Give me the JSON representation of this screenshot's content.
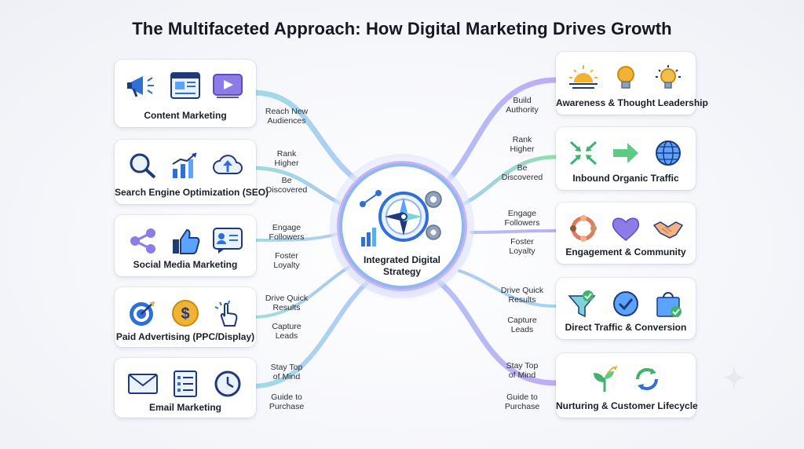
{
  "title": "The Multifaceted Approach: How Digital Marketing Drives Growth",
  "hub": {
    "line1": "Integrated Digital",
    "line2": "Strategy",
    "icon": "compass-gears-icon"
  },
  "left_cards": [
    {
      "label": "Content Marketing",
      "icons": [
        "megaphone-icon",
        "webpage-icon",
        "video-play-icon"
      ]
    },
    {
      "label": "Search Engine Optimization (SEO)",
      "icons": [
        "magnifier-icon",
        "growth-bar-chart-icon",
        "cloud-upload-icon"
      ]
    },
    {
      "label": "Social Media Marketing",
      "icons": [
        "share-icon",
        "thumbs-up-icon",
        "profile-chat-icon"
      ]
    },
    {
      "label": "Paid Advertising (PPC/Display)",
      "icons": [
        "target-icon",
        "dollar-coin-icon",
        "click-hand-icon"
      ]
    },
    {
      "label": "Email Marketing",
      "icons": [
        "envelope-icon",
        "checklist-icon",
        "clock-icon"
      ]
    }
  ],
  "right_cards": [
    {
      "label": "Awareness & Thought Leadership",
      "icons": [
        "sunrise-icon",
        "lightbulb-icon",
        "lightbulb-glow-icon"
      ]
    },
    {
      "label": "Inbound Organic Traffic",
      "icons": [
        "arrows-inward-icon",
        "arrow-right-icon",
        "globe-icon"
      ]
    },
    {
      "label": "Engagement & Community",
      "icons": [
        "hands-circle-icon",
        "heart-icon",
        "handshake-icon"
      ]
    },
    {
      "label": "Direct Traffic & Conversion",
      "icons": [
        "funnel-check-icon",
        "check-badge-icon",
        "shopping-bag-check-icon"
      ]
    },
    {
      "label": "Nurturing & Customer Lifecycle",
      "icons": [
        "plant-growth-icon",
        "cycle-arrows-icon"
      ]
    }
  ],
  "left_flow_labels": [
    [
      "Reach New",
      "Audiences"
    ],
    [
      "Rank",
      "Higher"
    ],
    [
      "Be",
      "Discovered"
    ],
    [
      "Engage",
      "Followers"
    ],
    [
      "Foster",
      "Loyalty"
    ],
    [
      "Drive Quick",
      "Results"
    ],
    [
      "Capture",
      "Leads"
    ],
    [
      "Stay Top",
      "of Mind"
    ],
    [
      "Guide to",
      "Purchase"
    ]
  ],
  "right_flow_labels": [
    [
      "Build",
      "Authority"
    ],
    [
      "Rank",
      "Higher"
    ],
    [
      "Be",
      "Discovered"
    ],
    [
      "Engage",
      "Followers"
    ],
    [
      "Foster",
      "Loyalty"
    ],
    [
      "Drive Quick",
      "Results"
    ],
    [
      "Capture",
      "Leads"
    ],
    [
      "Stay Top",
      "of Mind"
    ],
    [
      "Guide to",
      "Purchase"
    ]
  ],
  "colors": {
    "blue": "#2f6fd6",
    "teal": "#7fd3d8",
    "purple": "#8d7be8",
    "green": "#7fd9a0",
    "gold": "#f2b233",
    "navy": "#1f3a7a"
  }
}
